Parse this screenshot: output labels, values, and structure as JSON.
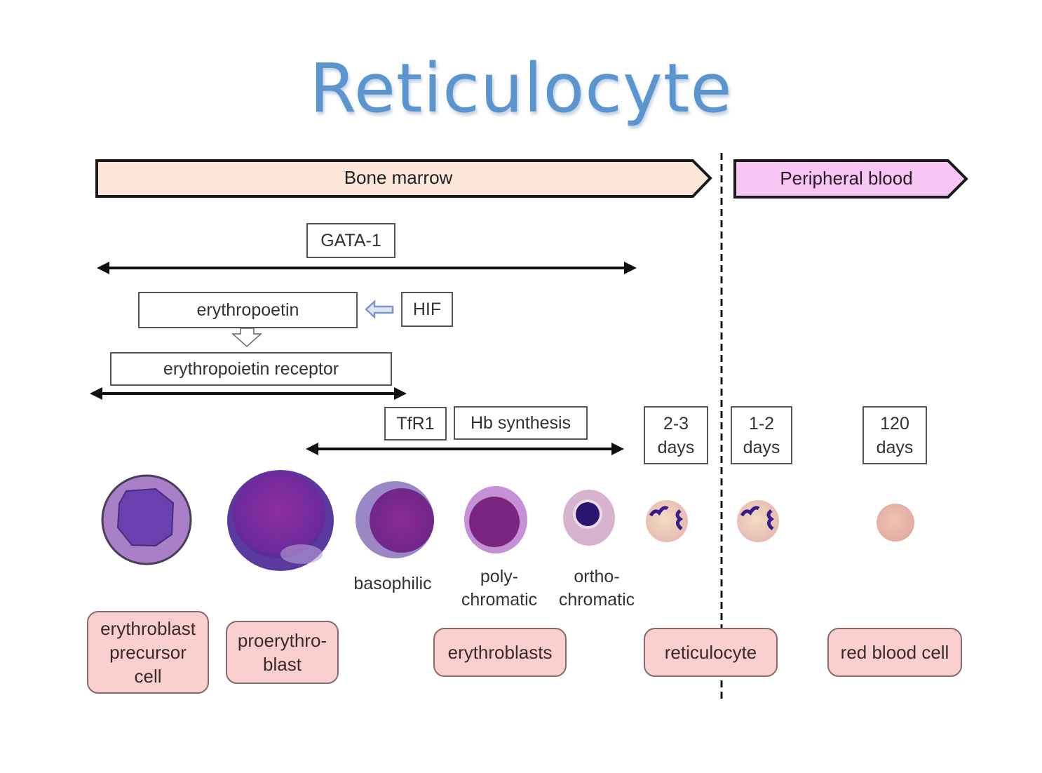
{
  "title": "Reticulocyte",
  "compartments": {
    "bone_marrow": {
      "label": "Bone marrow",
      "fill": "#fbe6d9"
    },
    "peripheral_blood": {
      "label": "Peripheral blood",
      "fill": "#f7c6f5"
    }
  },
  "factors": {
    "gata1": "GATA-1",
    "erythropoetin": "erythropoetin",
    "hif": "HIF",
    "epo_receptor": "erythropoietin receptor",
    "tfr1": "TfR1",
    "hb_synthesis": "Hb synthesis"
  },
  "durations": {
    "marrow_reticulocyte": [
      "2-3",
      "days"
    ],
    "blood_reticulocyte": [
      "1-2",
      "days"
    ],
    "rbc": [
      "120",
      "days"
    ]
  },
  "cell_sublabels": {
    "basophilic": "basophilic",
    "polychromatic": [
      "poly-",
      "chromatic"
    ],
    "orthochromatic": [
      "ortho-",
      "chromatic"
    ]
  },
  "stages": {
    "precursor": [
      "erythroblast",
      "precursor",
      "cell"
    ],
    "proerythroblast": [
      "proerythro-",
      "blast"
    ],
    "erythroblasts": "erythroblasts",
    "reticulocyte": "reticulocyte",
    "rbc": "red blood cell"
  },
  "colors": {
    "title": "#5b95cf",
    "stage_box": "#f9cfd0",
    "hif_arrow": "#7f95c9"
  }
}
